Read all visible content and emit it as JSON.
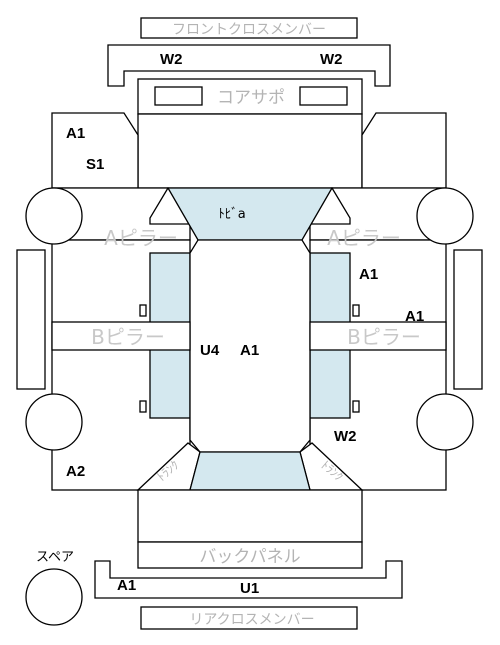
{
  "parts": {
    "front_cross_member": "フロントクロスメンバー",
    "core_support": "コアサポ",
    "roof": "ﾄﾋﾞa",
    "a_pillar_left": "Aピラー",
    "a_pillar_right": "Aピラー",
    "b_pillar_left": "Bピラー",
    "b_pillar_right": "Bピラー",
    "trunk_left": "ﾄﾗﾝｸ",
    "trunk_right": "ﾄﾗﾝｸ",
    "back_panel": "バックパネル",
    "rear_cross_member": "リアクロスメンバー",
    "spare": "スペア"
  },
  "codes": {
    "front_left": "W2",
    "front_right": "W2",
    "left_a": "A1",
    "left_s": "S1",
    "right_upper": "A1",
    "right_mid": "A1",
    "center_u": "U4",
    "center_a": "A1",
    "right_lower": "W2",
    "left_lower": "A2",
    "rear_left": "A1",
    "rear_u": "U1"
  },
  "colors": {
    "fill_blue": "#d4e8ef",
    "outline": "#000000",
    "label_gray": "#b4b4b4"
  }
}
